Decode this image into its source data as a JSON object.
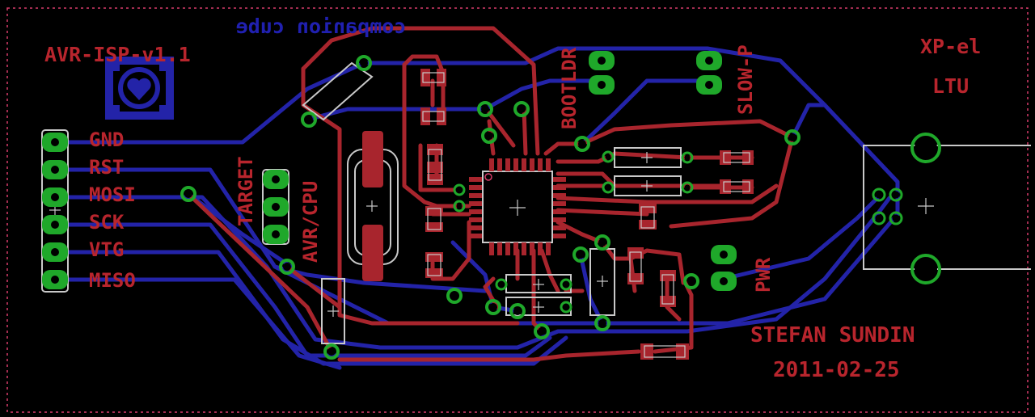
{
  "board": {
    "title": "AVR-ISP-v1.1",
    "mirror_label": "companion cube",
    "header_pins": [
      "GND",
      "RST",
      "MOSI",
      "SCK",
      "VTG",
      "MISO"
    ],
    "vertical_labels": [
      "TARGET",
      "AVR/CPU",
      "BOOTLDR",
      "SLOW-P",
      "PWR"
    ],
    "top_right": [
      "XP-el",
      "LTU"
    ],
    "author": "STEFAN SUNDIN",
    "date": "2011-02-25"
  },
  "colors": {
    "background": "#000000",
    "top_copper": "#a8252d",
    "bottom_copper": "#2323a8",
    "via": "#1fa82a",
    "silkscreen": "#c9c9c9",
    "outline_dash": "#d83c6a"
  },
  "icons": {
    "logo": "heart-companion-cube-icon"
  }
}
